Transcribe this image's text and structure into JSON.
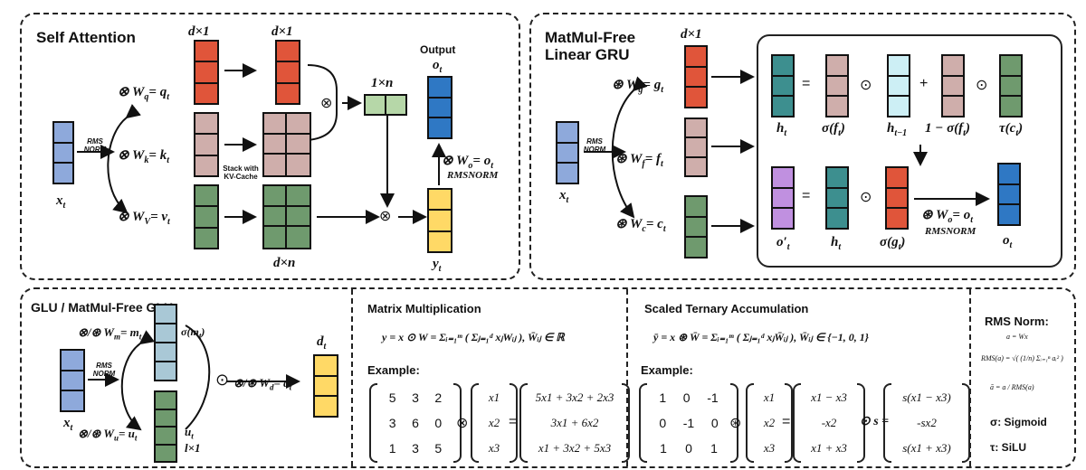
{
  "colors": {
    "blue": "#8ea9db",
    "red": "#e0553a",
    "pink": "#cfaeab",
    "green": "#6f9a6e",
    "lightgreen": "#b6d7a8",
    "navy": "#2f78c4",
    "yellow": "#ffd966",
    "teal": "#3d8f8f",
    "lightcyan": "#cdeff5",
    "purple": "#c090e0",
    "lightblue": "#a9c8d6"
  },
  "self_attention": {
    "title": "Self Attention",
    "dim_d1_a": "d×1",
    "dim_d1_b": "d×1",
    "dim_1n": "1×n",
    "output_label": "Output",
    "o_t": "o",
    "o_sub": "t",
    "wq": "⊗  W",
    "wq_sub": "q",
    "wq_rhs": "= q",
    "wq_rhs_sub": "t",
    "wk": "⊗  W",
    "wk_sub": "k",
    "wk_rhs": "= k",
    "wk_rhs_sub": "t",
    "wv": "⊗  W",
    "wv_sub": "V",
    "wv_rhs": "= v",
    "wv_rhs_sub": "t",
    "rms_norm": "RMS NORM",
    "x_t": "x",
    "x_sub": "t",
    "stack_note": "Stack with KV-Cache",
    "dim_dn": "d×n",
    "y_t": "y",
    "y_sub": "t",
    "wo": "⊗  W",
    "wo_sub": "o",
    "wo_rhs": "= o",
    "wo_rhs_sub": "t",
    "rmsnorm_caps": "RMSNORM",
    "otimes": "⊗"
  },
  "gru": {
    "title_line1": "MatMul-Free",
    "title_line2": "Linear GRU",
    "dim_d1": "d×1",
    "wg": "⊛  W",
    "wg_sub": "g",
    "wg_rhs": "= g",
    "wg_rhs_sub": "t",
    "wf": "⊛  W",
    "wf_sub": "f",
    "wf_rhs": "= f",
    "wf_rhs_sub": "t",
    "wc": "⊛  W",
    "wc_sub": "c",
    "wc_rhs": "= c",
    "wc_rhs_sub": "t",
    "rms_norm": "RMS NORM",
    "x_t": "x",
    "x_sub": "t",
    "h_t": "h",
    "h_sub": "t",
    "sigma_f": "σ(f",
    "sigma_f_sub": "t",
    "h_prev": "h",
    "h_prev_sub": "t−1",
    "one_minus": "1 − σ(f",
    "one_minus_sub": "t",
    "tau_c": "τ(c",
    "tau_c_sub": "t",
    "eq": "=",
    "odot": "⊙",
    "plus": "+",
    "o_prime": "o′",
    "o_prime_sub": "t",
    "h_t2": "h",
    "h_t2_sub": "t",
    "sigma_g": "σ(g",
    "sigma_g_sub": "t",
    "wo": "⊛  W",
    "wo_sub": "o",
    "wo_rhs": "= o",
    "wo_rhs_sub": "t",
    "rmsnorm_caps": "RMSNORM",
    "o_t": "o",
    "o_sub": "t"
  },
  "glu": {
    "title": "GLU / MatMul-Free GLU",
    "wm": "⊗/⊛ W",
    "wm_sub": "m",
    "wm_rhs": "= m",
    "wm_rhs_sub": "t",
    "wu": "⊗/⊛ W",
    "wu_sub": "u",
    "wu_rhs": "= u",
    "wu_rhs_sub": "t",
    "sigma_m": "σ(m",
    "sigma_m_sub": "t",
    "rms_norm": "RMS NORM",
    "x_t": "x",
    "x_sub": "t",
    "u_t": "u",
    "u_sub": "t",
    "l1": "l×1",
    "odot": "⊙",
    "wd": "⊗/⊛ W",
    "wd_sub": "d",
    "wd_rhs": "= d",
    "wd_rhs_sub": "t",
    "d_t": "d",
    "d_sub": "t"
  },
  "matmul": {
    "title": "Matrix Multiplication",
    "formula": "y = x ⊙ W = Σᵢ₌₁ᵐ ( Σⱼ₌₁ᵈ xⱼWᵢⱼ ),     W̄ᵢⱼ ∈ ℝ",
    "example": "Example:",
    "matrix": [
      [
        "5",
        "3",
        "2"
      ],
      [
        "3",
        "6",
        "0"
      ],
      [
        "1",
        "3",
        "5"
      ]
    ],
    "op": "⊗",
    "vec": [
      "x1",
      "x2",
      "x3"
    ],
    "eq": "=",
    "result": [
      "5x1 + 3x2 + 2x3",
      "3x1 + 6x2",
      "x1 + 3x2 + 5x3"
    ]
  },
  "ternary": {
    "title": "Scaled Ternary Accumulation",
    "formula": "ȳ = x ⊛ W̄ = Σᵢ₌₁ᵐ ( Σⱼ₌₁ᵈ xⱼW̄ᵢⱼ ),     W̄ᵢⱼ ∈ {−1, 0, 1}",
    "example": "Example:",
    "matrix": [
      [
        "1",
        "0",
        "-1"
      ],
      [
        "0",
        "-1",
        "0"
      ],
      [
        "1",
        "0",
        "1"
      ]
    ],
    "op": "⊛",
    "vec": [
      "x1",
      "x2",
      "x3"
    ],
    "eq": "=",
    "mid": [
      "x1 − x3",
      "-x2",
      "x1 + x3"
    ],
    "odot_s": "⊙ s =",
    "result": [
      "s(x1 − x3)",
      "-sx2",
      "s(x1 + x3)"
    ]
  },
  "legend": {
    "rms_title": "RMS Norm:",
    "a_def": "a = Wx",
    "rms_def": "RMS(a) = √( (1/n) Σᵢ₌₁ⁿ aᵢ² )",
    "abar_def": "ā = a / RMS(a)",
    "sigma_line": "σ:  Sigmoid",
    "tau_line": "τ:  SiLU"
  }
}
